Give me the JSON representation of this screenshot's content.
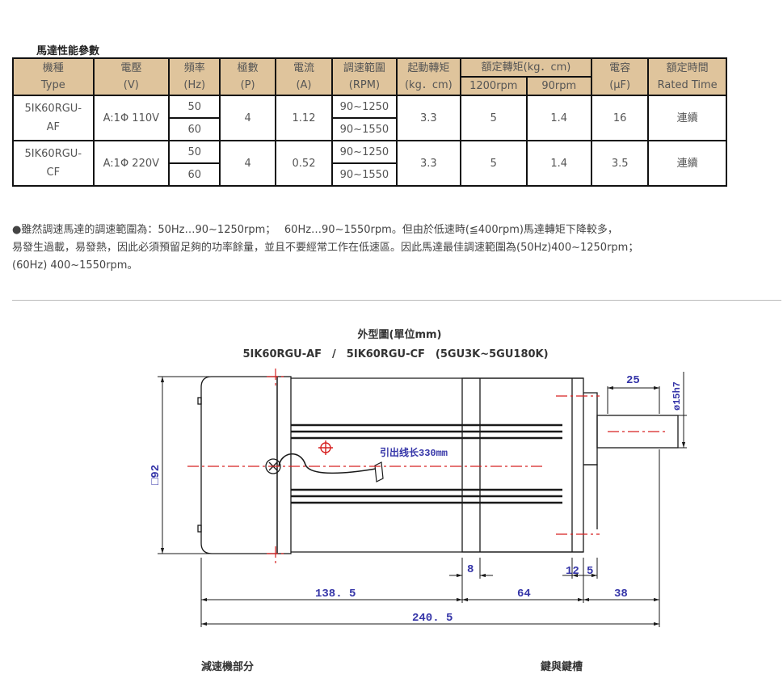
{
  "section_title": "馬達性能參數",
  "table": {
    "headers": {
      "model": [
        "機種",
        "Type"
      ],
      "voltage": [
        "電壓",
        "(V)"
      ],
      "frequency": [
        "頻率",
        "(Hz)"
      ],
      "poles": [
        "極數",
        "(P)"
      ],
      "current": [
        "電流",
        "(A)"
      ],
      "speed_range": [
        "調速範圍",
        "(RPM)"
      ],
      "starting_torque": [
        "起動轉矩",
        "(kg．cm)"
      ],
      "rated_torque": "額定轉矩(kg．cm)",
      "rated_torque_1200": "1200rpm",
      "rated_torque_90": "90rpm",
      "capacitor": [
        "電容",
        "(μF)"
      ],
      "rated_time": [
        "額定時間",
        "Rated Time"
      ]
    },
    "rows": [
      {
        "model": [
          "5IK60RGU-",
          "AF"
        ],
        "voltage": "A:1Φ 110V",
        "freq_a": "50",
        "freq_b": "60",
        "poles": "4",
        "current": "1.12",
        "speed_a": "90~1250",
        "speed_b": "90~1550",
        "starting_torque": "3.3",
        "torque_1200": "5",
        "torque_90": "1.4",
        "capacitor": "16",
        "rated_time": "連續"
      },
      {
        "model": [
          "5IK60RGU-",
          "CF"
        ],
        "voltage": "A:1Φ 220V",
        "freq_a": "50",
        "freq_b": "60",
        "poles": "4",
        "current": "0.52",
        "speed_a": "90~1250",
        "speed_b": "90~1550",
        "starting_torque": "3.3",
        "torque_1200": "5",
        "torque_90": "1.4",
        "capacitor": "3.5",
        "rated_time": "連續"
      }
    ]
  },
  "note": [
    "●雖然調速馬達的調速範圍為：50Hz…90~1250rpm；　 60Hz…90~1550rpm。但由於低速時(≦400rpm)馬達轉矩下降較多，",
    "易發生過載，易發熱，因此必須預留足夠的功率餘量，並且不要經常工作在低速區。因此馬達最佳調速範圍為(50Hz)400~1250rpm；",
    "(60Hz) 400~1550rpm。"
  ],
  "drawing": {
    "title": "外型圖(單位mm)",
    "subtitle": "5IK60RGU-AF　/　5IK60RGU-CF　(5GU3K~5GU180K)",
    "dims": {
      "square": "□92",
      "shaft_dia": "ø15h7",
      "key_len": "25",
      "lead": "引出线长330mm",
      "d8": "8",
      "d12": "12",
      "d5": "5",
      "d138": "138. 5",
      "d64": "64",
      "d38": "38",
      "d240": "240. 5"
    },
    "captions": {
      "reducer": "減速機部分",
      "key": "鍵與鍵槽"
    },
    "colors": {
      "line": "#1a1a1a",
      "dim": "#3535a8",
      "center": "#d62020",
      "header_bg": "#dfc49c"
    }
  }
}
